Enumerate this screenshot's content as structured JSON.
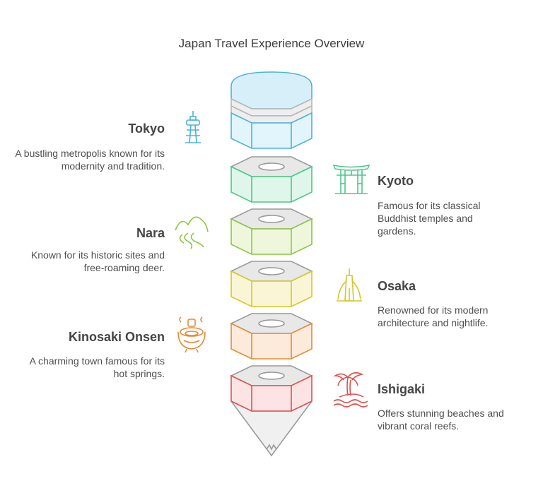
{
  "title": "Japan Travel Experience Overview",
  "stages": [
    {
      "name": "Tokyo",
      "description": "A bustling metropolis known for its modernity and tradition.",
      "color": "#4ab3dd",
      "icon": "tower-icon",
      "side": "left"
    },
    {
      "name": "Kyoto",
      "description": "Famous for its classical Buddhist temples and gardens.",
      "color": "#4cc78a",
      "icon": "torii-gate-icon",
      "side": "right"
    },
    {
      "name": "Nara",
      "description": "Known for its historic sites and free-roaming deer.",
      "color": "#8cc63f",
      "icon": "hills-icon",
      "side": "left"
    },
    {
      "name": "Osaka",
      "description": "Renowned for its modern architecture and nightlife.",
      "color": "#d4c72a",
      "icon": "skyscraper-icon",
      "side": "right"
    },
    {
      "name": "Kinosaki Onsen",
      "description": "A charming town famous for its hot springs.",
      "color": "#e68a35",
      "icon": "hot-spring-icon",
      "side": "left"
    },
    {
      "name": "Ishigaki",
      "description": "Offers stunning beaches and vibrant coral reefs.",
      "color": "#e0504f",
      "icon": "palm-island-icon",
      "side": "right"
    }
  ]
}
